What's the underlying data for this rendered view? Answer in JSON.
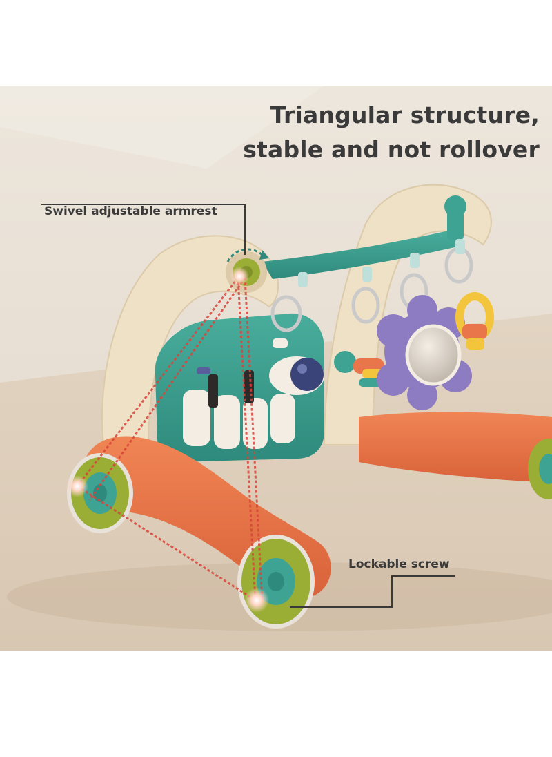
{
  "headline": {
    "line1": "Triangular structure,",
    "line2": "stable and not rollover"
  },
  "callouts": {
    "armrest": "Swivel adjustable armrest",
    "screw": "Lockable screw"
  },
  "colors": {
    "background_wall": "#e6ddd1",
    "floor": "#e3d6c6",
    "frame_orange": "#e8764a",
    "frame_cream": "#efe1c6",
    "teal": "#3fa394",
    "olive": "#9aae36",
    "purple_flower": "#8e7cc3",
    "ring_yellow": "#f2c53d",
    "laser_red": "#d9443a",
    "text": "#3a3a3a"
  }
}
